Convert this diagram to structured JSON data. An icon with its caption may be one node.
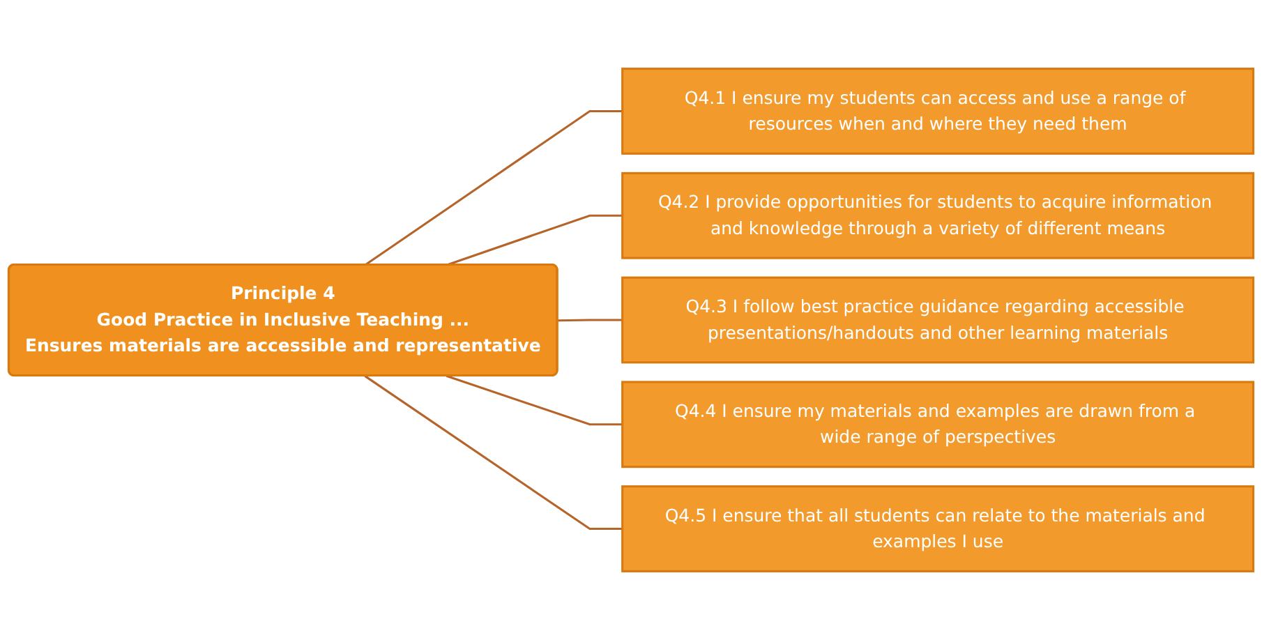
{
  "diagram": {
    "nodes": [
      {
        "text": [
          "Principle 4",
          "Good Practice in Inclusive Teaching ...",
          "Ensures materials are accessible and representative"
        ]
      },
      {
        "text": [
          "Q4.1 I ensure my students can access and use a range of resources when and where they need them"
        ]
      },
      {
        "text": [
          "Q4.2 I provide opportunities for students to acquire information and knowledge through a variety of different means"
        ]
      },
      {
        "text": [
          "Q4.3 I follow best practice guidance regarding accessible presentations/handouts and other learning materials"
        ]
      },
      {
        "text": [
          "Q4.4 I ensure my materials and examples are drawn from a wide range of perspectives"
        ]
      },
      {
        "text": [
          "Q4.5 I ensure that all students can relate to the materials and examples I use"
        ]
      }
    ],
    "edges": [
      {
        "from": 0,
        "to": 1,
        "arrow": "none"
      },
      {
        "from": 0,
        "to": 2,
        "arrow": "none"
      },
      {
        "from": 0,
        "to": 3,
        "arrow": "none"
      },
      {
        "from": 0,
        "to": 4,
        "arrow": "none"
      },
      {
        "from": 0,
        "to": 5,
        "arrow": "none"
      }
    ]
  }
}
